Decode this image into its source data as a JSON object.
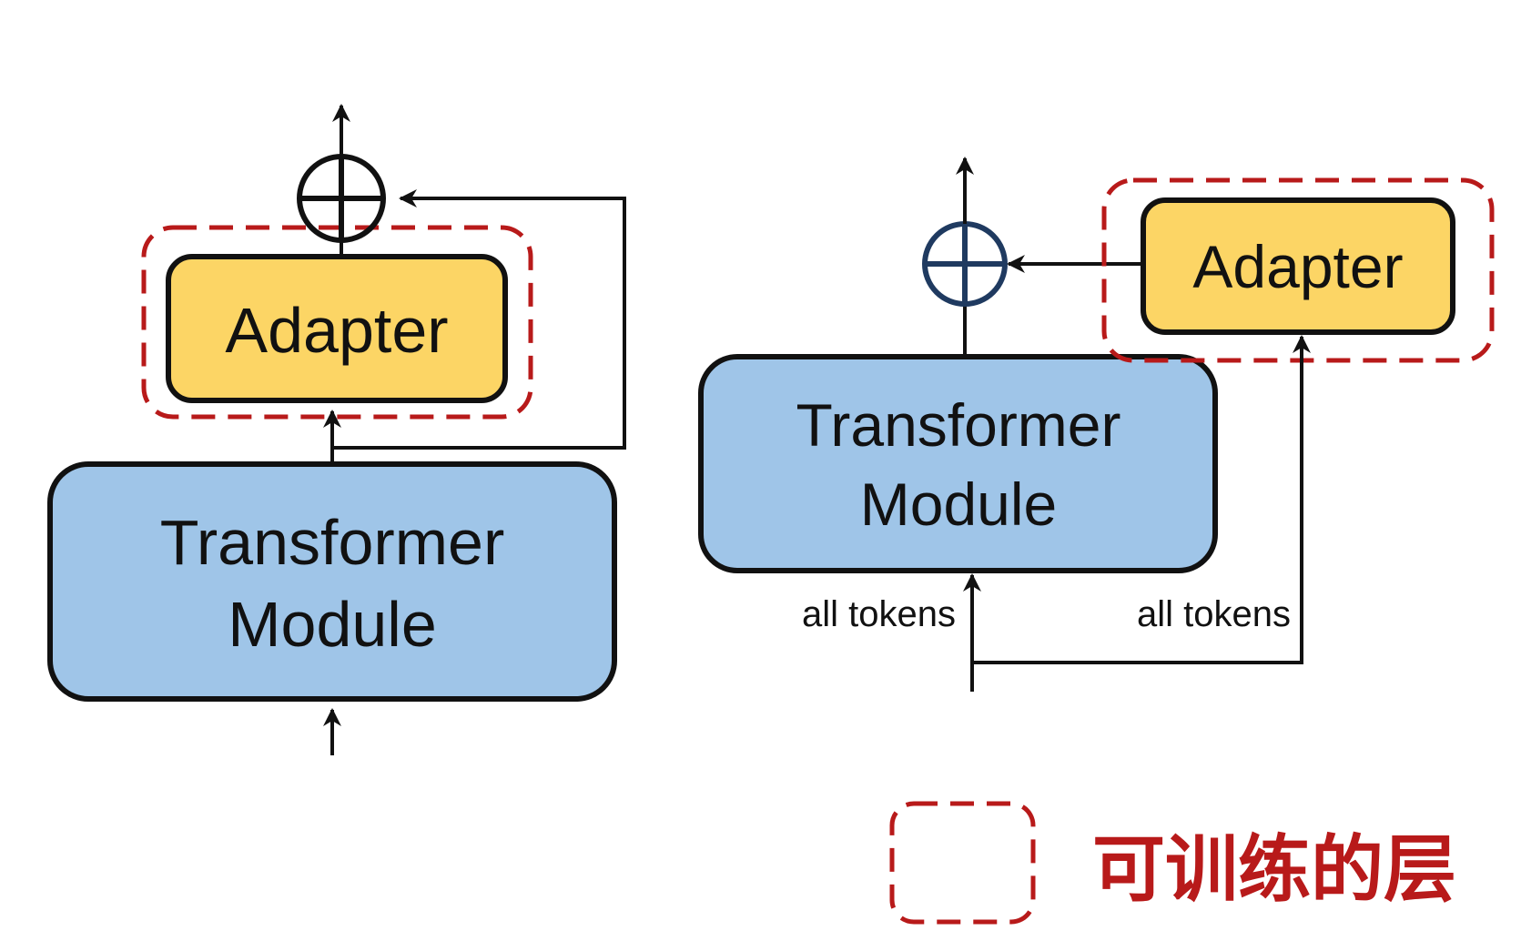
{
  "colors": {
    "adapter_fill": "#FCD565",
    "transformer_fill": "#9FC5E8",
    "outline": "#111111",
    "trainable_dash": "#B81A1A",
    "circle_plus_right": "#1F3A60"
  },
  "left_panel": {
    "adapter_label": "Adapter",
    "transformer_line1": "Transformer",
    "transformer_line2": "Module"
  },
  "right_panel": {
    "adapter_label": "Adapter",
    "transformer_line1": "Transformer",
    "transformer_line2": "Module",
    "token_label_left": "all tokens",
    "token_label_right": "all tokens"
  },
  "legend": {
    "label": "可训练的层"
  },
  "icons": [
    "circle-plus-icon",
    "arrow-up-icon",
    "arrow-left-icon"
  ]
}
